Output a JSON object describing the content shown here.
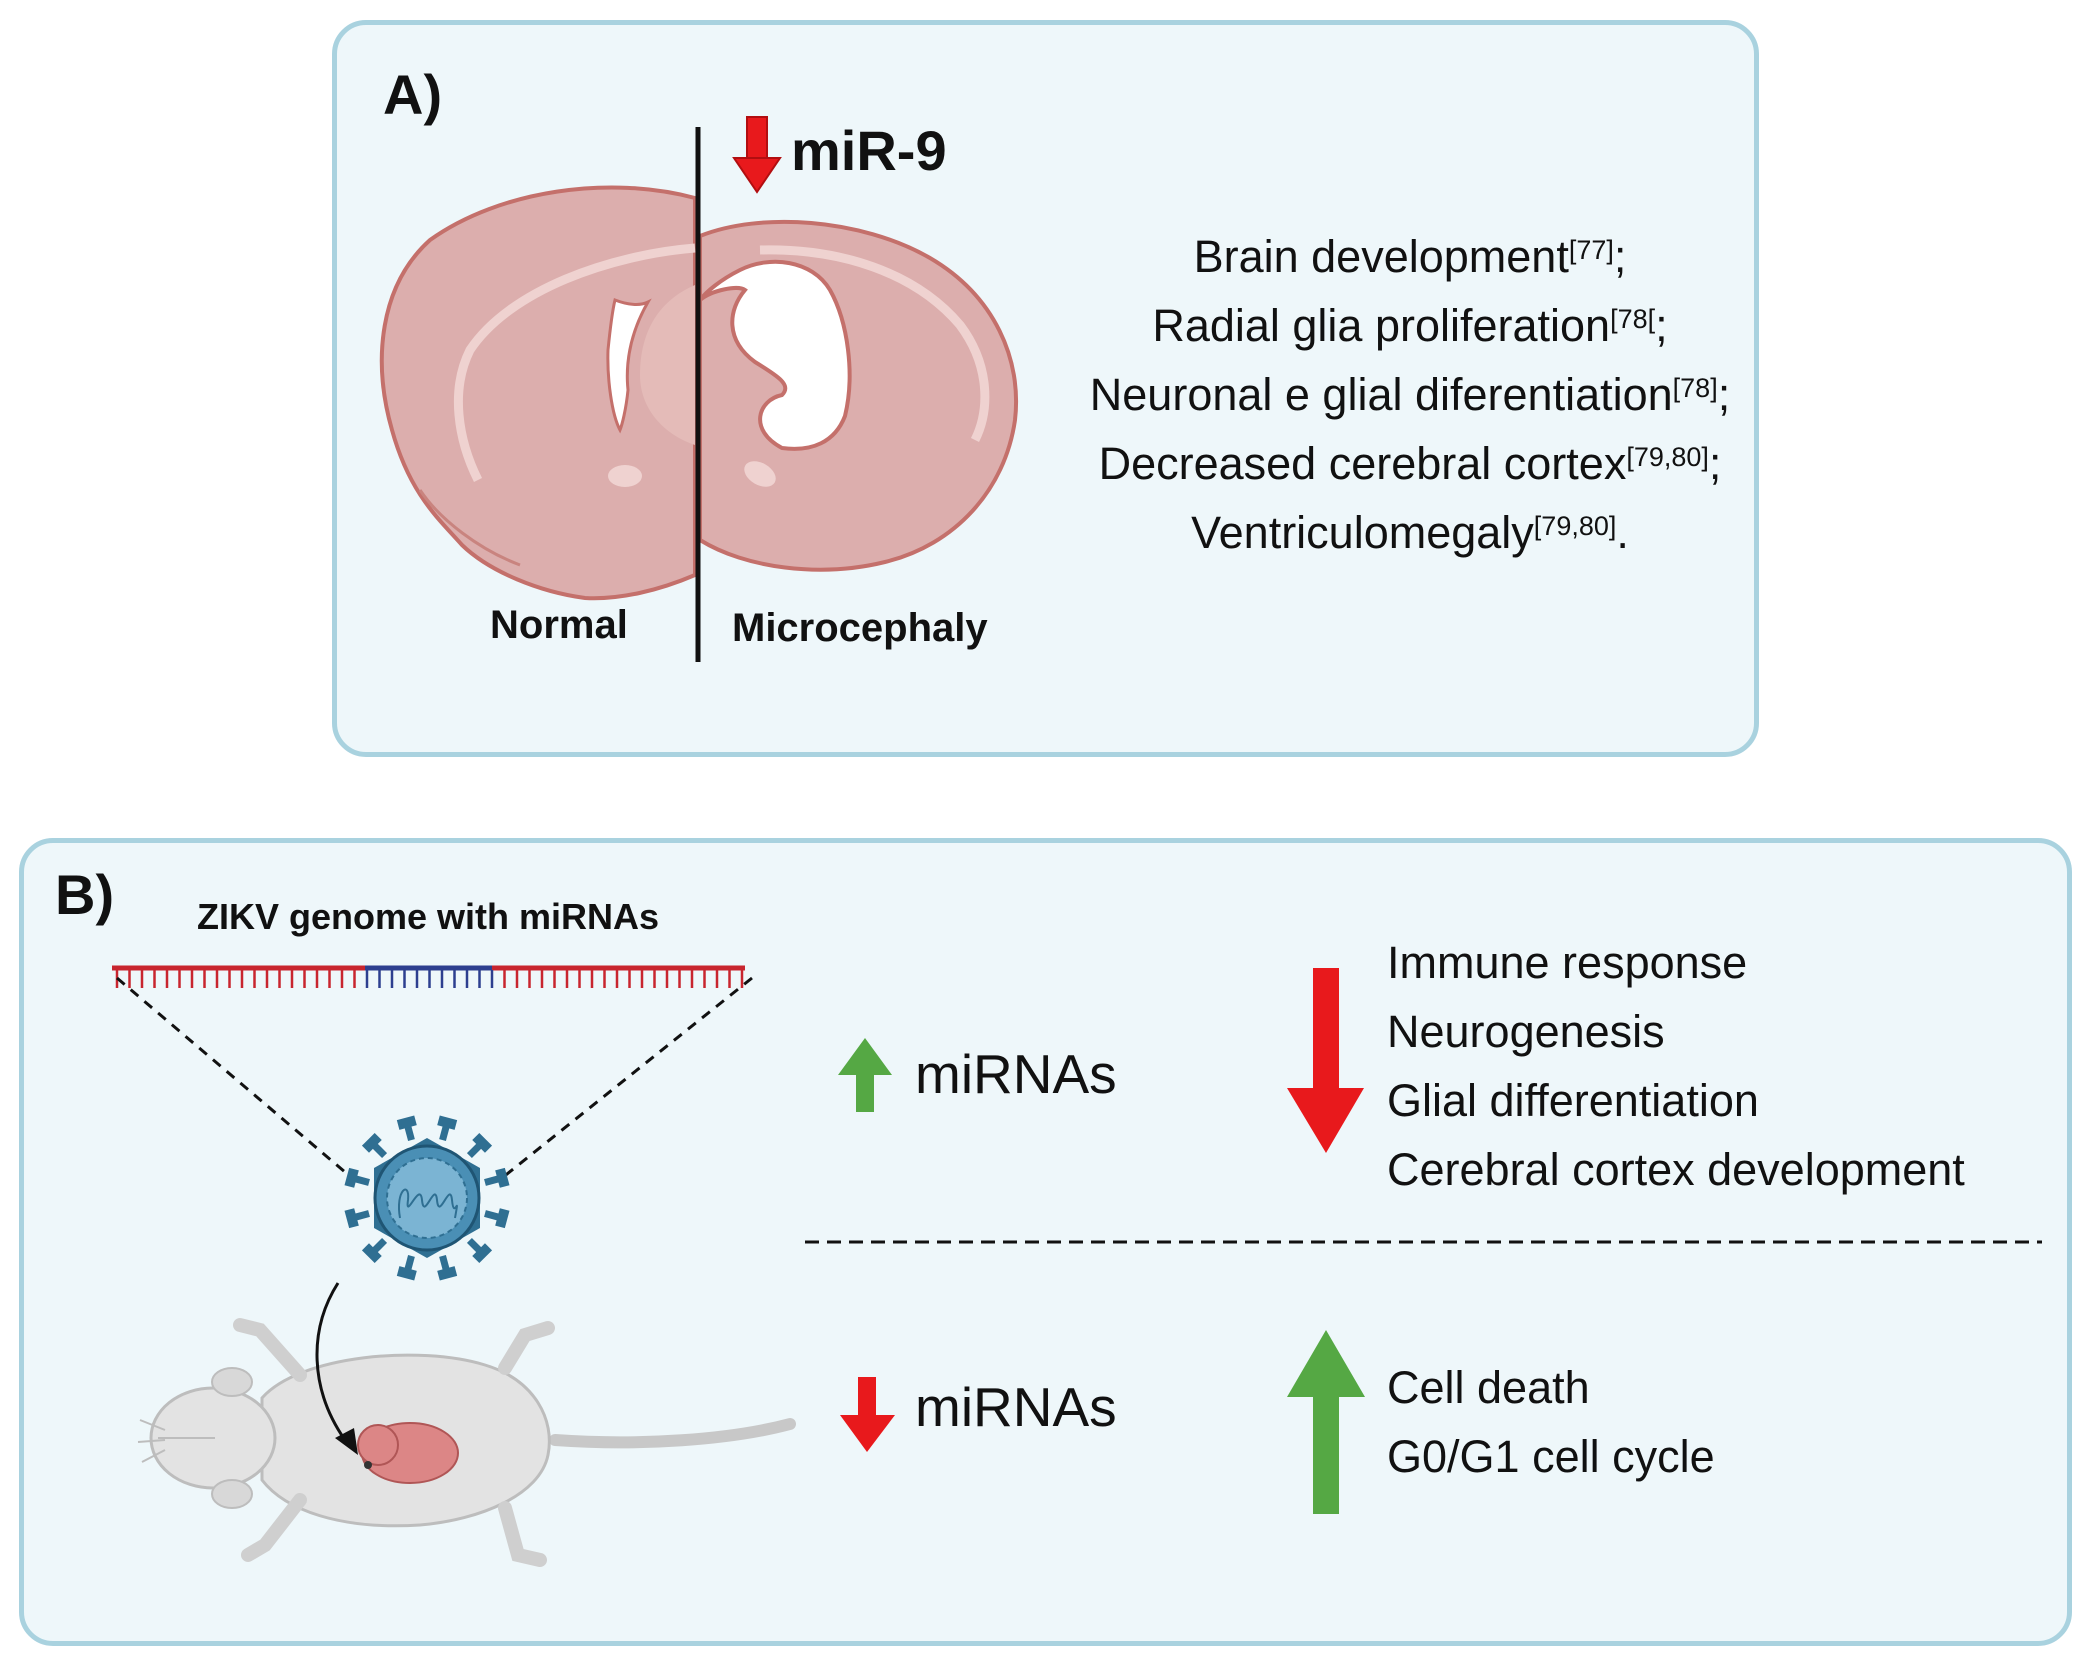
{
  "panel_a": {
    "label": "A)",
    "mir_label": "miR-9",
    "left_label": "Normal",
    "right_label": "Microcephaly",
    "effects": [
      {
        "text": "Brain development",
        "ref": "[77]",
        "tail": ";"
      },
      {
        "text": "Radial glia proliferation",
        "ref": "[78[",
        "tail": ";"
      },
      {
        "text": "Neuronal e glial diferentiation",
        "ref": "[78]",
        "tail": ";"
      },
      {
        "text": "Decreased cerebral cortex",
        "ref": "[79,80]",
        "tail": ";"
      },
      {
        "text": "Ventriculomegaly",
        "ref": "[79,80]",
        "tail": "."
      }
    ]
  },
  "panel_b": {
    "label": "B)",
    "genome_title": "ZIKV genome with miRNAs",
    "up": {
      "label": "miRNAs",
      "effects": [
        "Immune response",
        "Neurogenesis",
        "Glial differentiation",
        "Cerebral cortex development"
      ]
    },
    "down": {
      "label": "miRNAs",
      "effects": [
        "Cell death",
        "G0/G1 cell cycle"
      ]
    }
  },
  "colors": {
    "panel_bg": "#eef7fa",
    "panel_border": "#a9d2df",
    "arrow_red": "#e8191c",
    "arrow_green": "#55a844",
    "brain_fill": "#dcaead",
    "brain_stroke": "#c4706b",
    "genome_red": "#c8252e",
    "genome_blue": "#2d3f8f",
    "virus_blue": "#4a8fb5"
  }
}
